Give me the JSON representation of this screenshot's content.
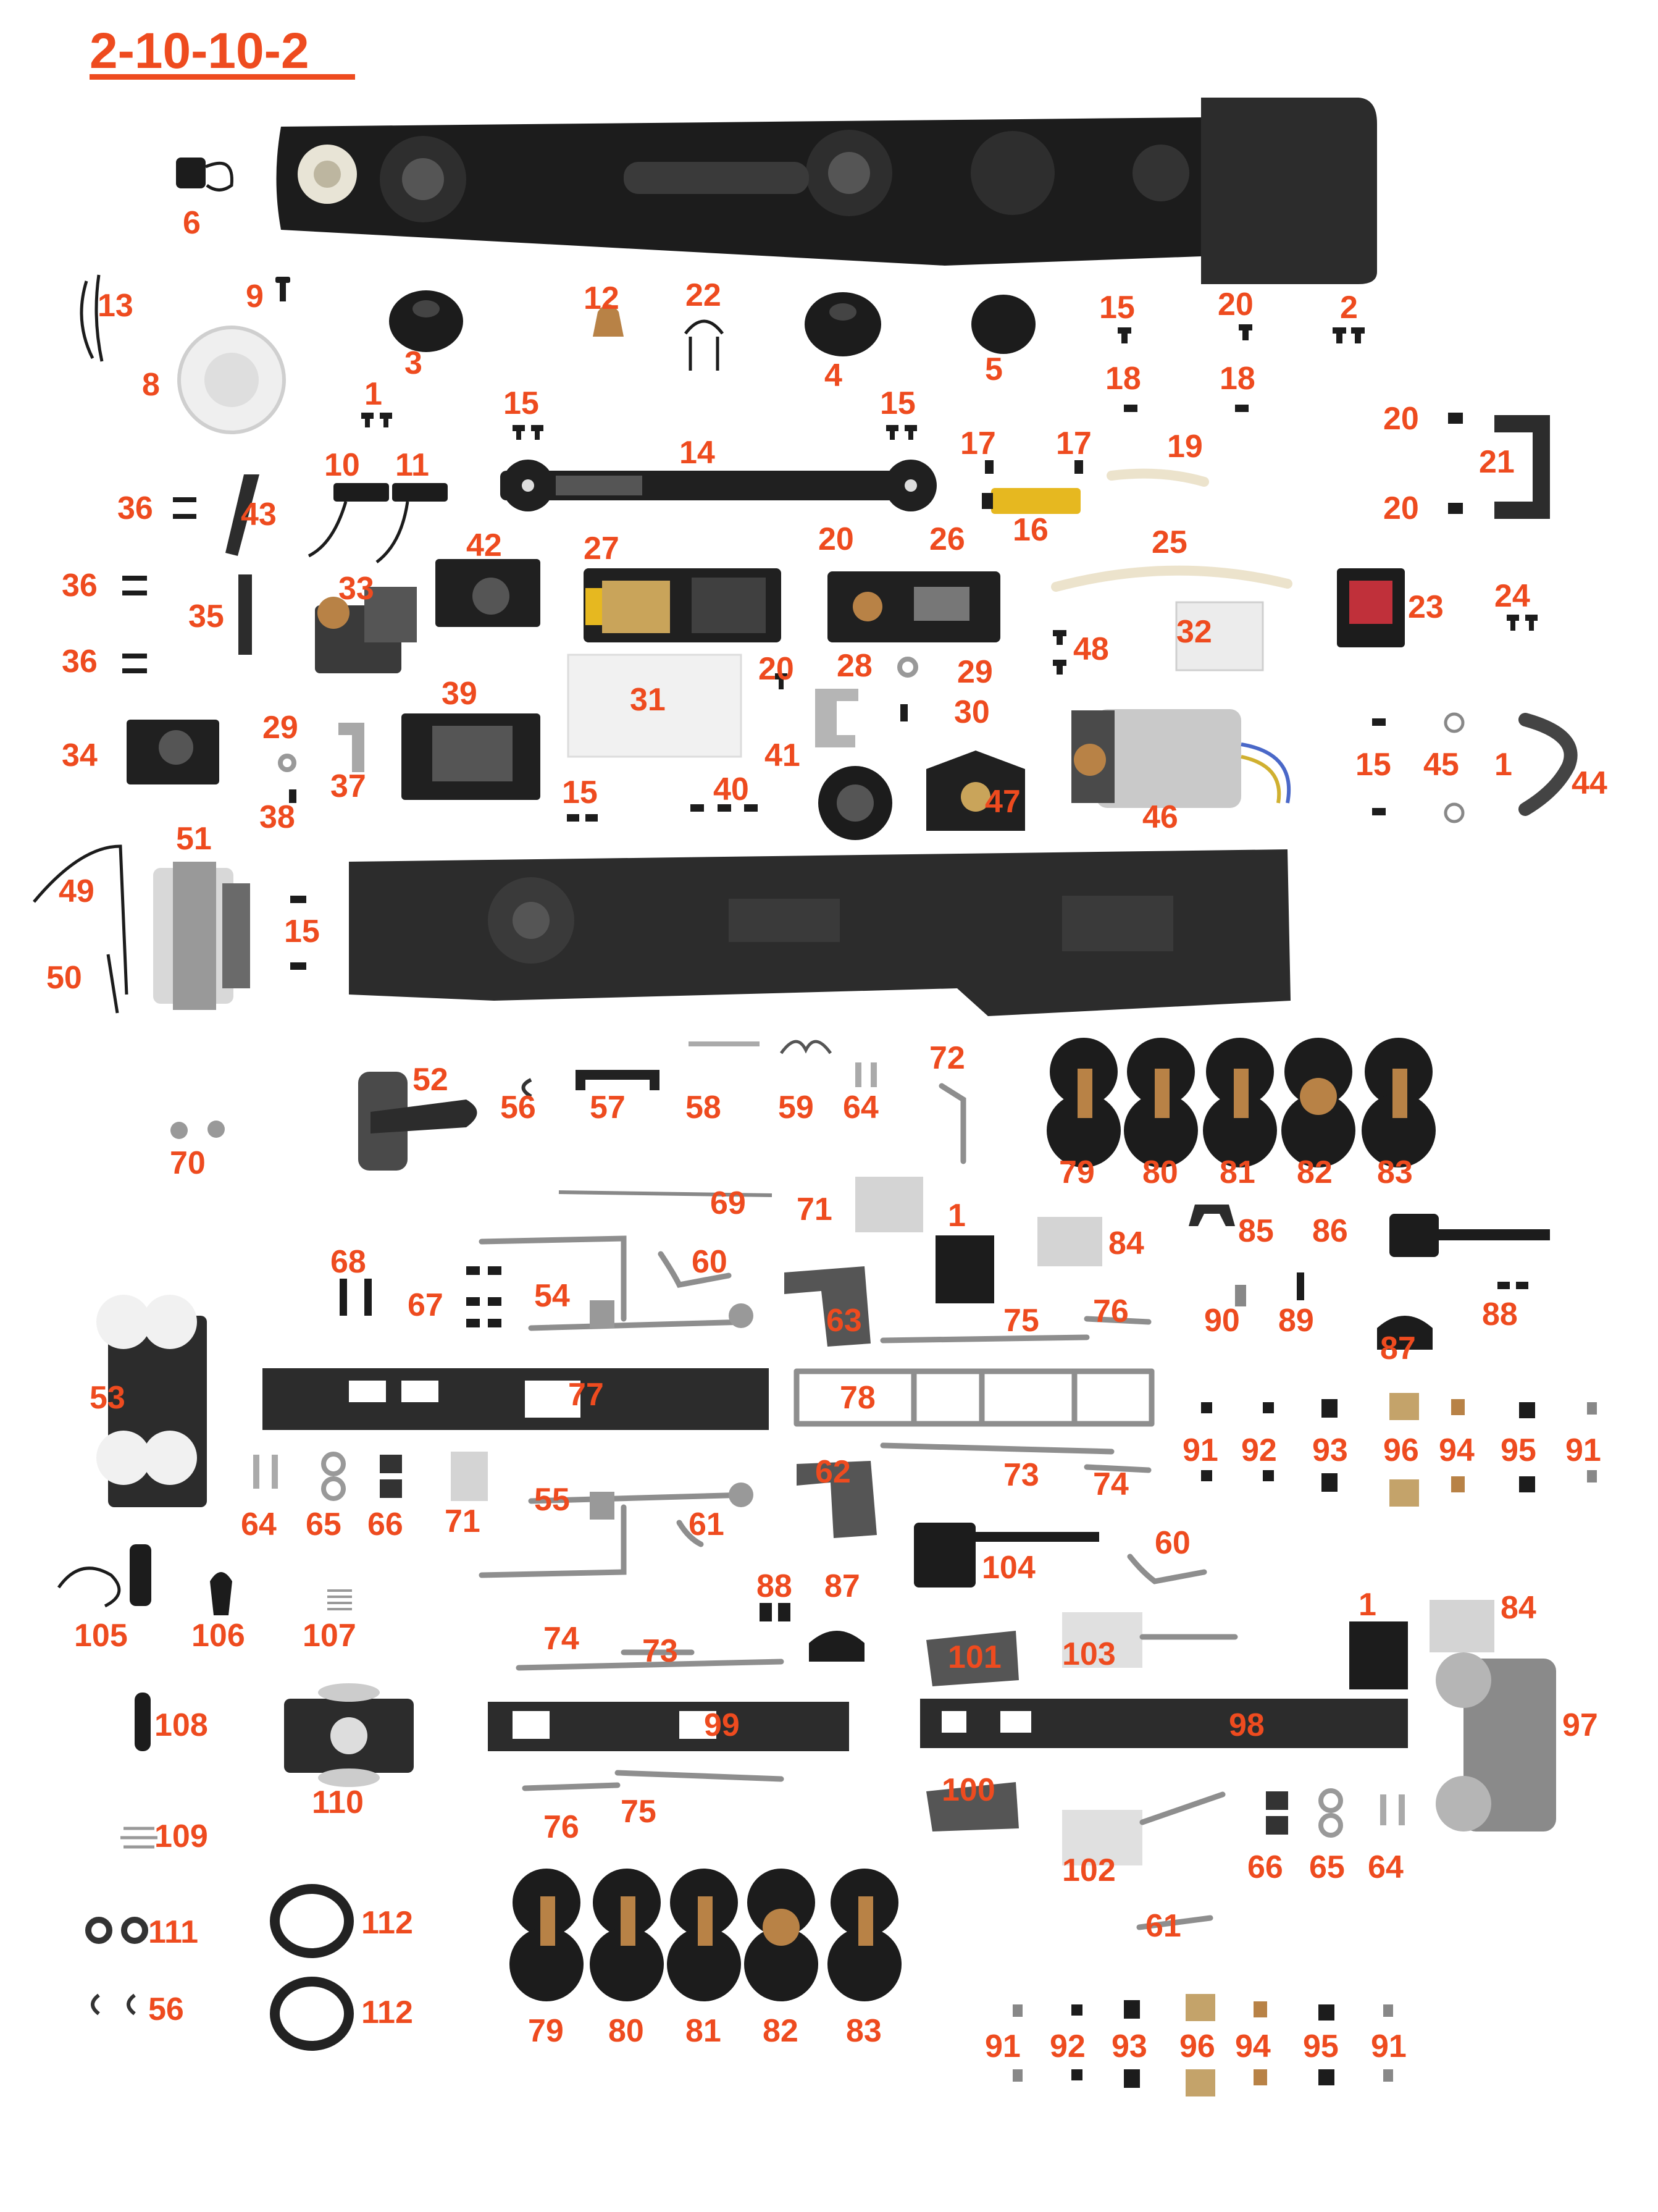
{
  "title": "2-10-10-2",
  "colors": {
    "accent": "#ee4b1f",
    "part_dark": "#1c1c1c",
    "part_metal": "#8e8e8e",
    "part_brass": "#b88246"
  },
  "callouts": {
    "c1a": "1",
    "c1b": "1",
    "c1c": "1",
    "c1d": "1",
    "c2": "2",
    "c3": "3",
    "c4": "4",
    "c5": "5",
    "c6": "6",
    "c8": "8",
    "c9": "9",
    "c10": "10",
    "c11": "11",
    "c12": "12",
    "c13": "13",
    "c14": "14",
    "c15a": "15",
    "c15b": "15",
    "c15c": "15",
    "c15d": "15",
    "c15e": "15",
    "c15f": "15",
    "c16": "16",
    "c17a": "17",
    "c17b": "17",
    "c18a": "18",
    "c18b": "18",
    "c19": "19",
    "c20a": "20",
    "c20b": "20",
    "c20c": "20",
    "c20d": "20",
    "c20e": "20",
    "c21": "21",
    "c22": "22",
    "c23": "23",
    "c24": "24",
    "c25": "25",
    "c26": "26",
    "c27": "27",
    "c28": "28",
    "c29a": "29",
    "c29b": "29",
    "c30": "30",
    "c31": "31",
    "c32": "32",
    "c33": "33",
    "c34": "34",
    "c35": "35",
    "c36a": "36",
    "c36b": "36",
    "c36c": "36",
    "c37": "37",
    "c38": "38",
    "c39": "39",
    "c40": "40",
    "c41": "41",
    "c42": "42",
    "c43": "43",
    "c44": "44",
    "c45": "45",
    "c46": "46",
    "c47": "47",
    "c48": "48",
    "c49": "49",
    "c50": "50",
    "c51": "51",
    "c52": "52",
    "c53": "53",
    "c54": "54",
    "c55": "55",
    "c56a": "56",
    "c56b": "56",
    "c57": "57",
    "c58": "58",
    "c59": "59",
    "c60a": "60",
    "c60b": "60",
    "c61a": "61",
    "c61b": "61",
    "c62": "62",
    "c63": "63",
    "c64a": "64",
    "c64b": "64",
    "c64c": "64",
    "c65a": "65",
    "c65b": "65",
    "c66a": "66",
    "c66b": "66",
    "c67": "67",
    "c68": "68",
    "c69": "69",
    "c70": "70",
    "c71a": "71",
    "c71b": "71",
    "c72": "72",
    "c73a": "73",
    "c73b": "73",
    "c74a": "74",
    "c74b": "74",
    "c75a": "75",
    "c75b": "75",
    "c76a": "76",
    "c76b": "76",
    "c77": "77",
    "c78": "78",
    "c79a": "79",
    "c80a": "80",
    "c81a": "81",
    "c82a": "82",
    "c83a": "83",
    "c79b": "79",
    "c80b": "80",
    "c81b": "81",
    "c82b": "82",
    "c83b": "83",
    "c84a": "84",
    "c84b": "84",
    "c85": "85",
    "c86": "86",
    "c87a": "87",
    "c87b": "87",
    "c88a": "88",
    "c88b": "88",
    "c89": "89",
    "c90": "90",
    "c91a": "91",
    "c91b": "91",
    "c91c": "91",
    "c91d": "91",
    "c92a": "92",
    "c92b": "92",
    "c93a": "93",
    "c93b": "93",
    "c94a": "94",
    "c94b": "94",
    "c95a": "95",
    "c95b": "95",
    "c96a": "96",
    "c96b": "96",
    "c97": "97",
    "c98": "98",
    "c99": "99",
    "c100": "100",
    "c101": "101",
    "c102": "102",
    "c103": "103",
    "c104": "104",
    "c105": "105",
    "c106": "106",
    "c107": "107",
    "c108": "108",
    "c109": "109",
    "c110": "110",
    "c111": "111",
    "c112a": "112",
    "c112b": "112"
  }
}
